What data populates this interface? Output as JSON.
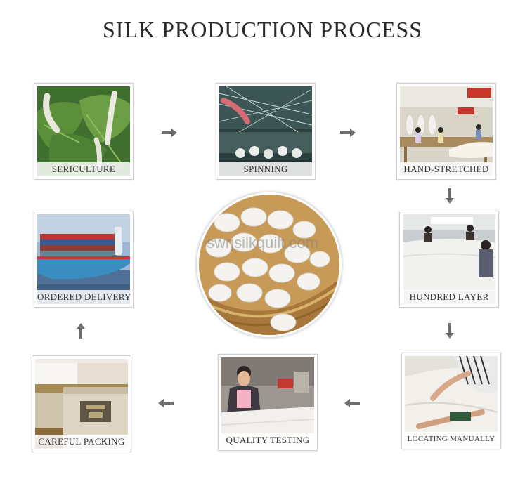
{
  "title": "SILK PRODUCTION PROCESS",
  "watermark": "swrjsilkquilt.com",
  "steps": [
    {
      "label": "SERICULTURE"
    },
    {
      "label": "SPINNING"
    },
    {
      "label": "HAND-STRETCHED"
    },
    {
      "label": "HUNDRED LAYER"
    },
    {
      "label": "LOCATING MANUALLY"
    },
    {
      "label": "QUALITY TESTING"
    },
    {
      "label": "CAREFUL PACKING"
    },
    {
      "label": "ORDERED DELIVERY"
    }
  ],
  "colors": {
    "arrow": "#6e6e6e",
    "title": "#2a2a2a",
    "frame": "#cfcfcf"
  }
}
